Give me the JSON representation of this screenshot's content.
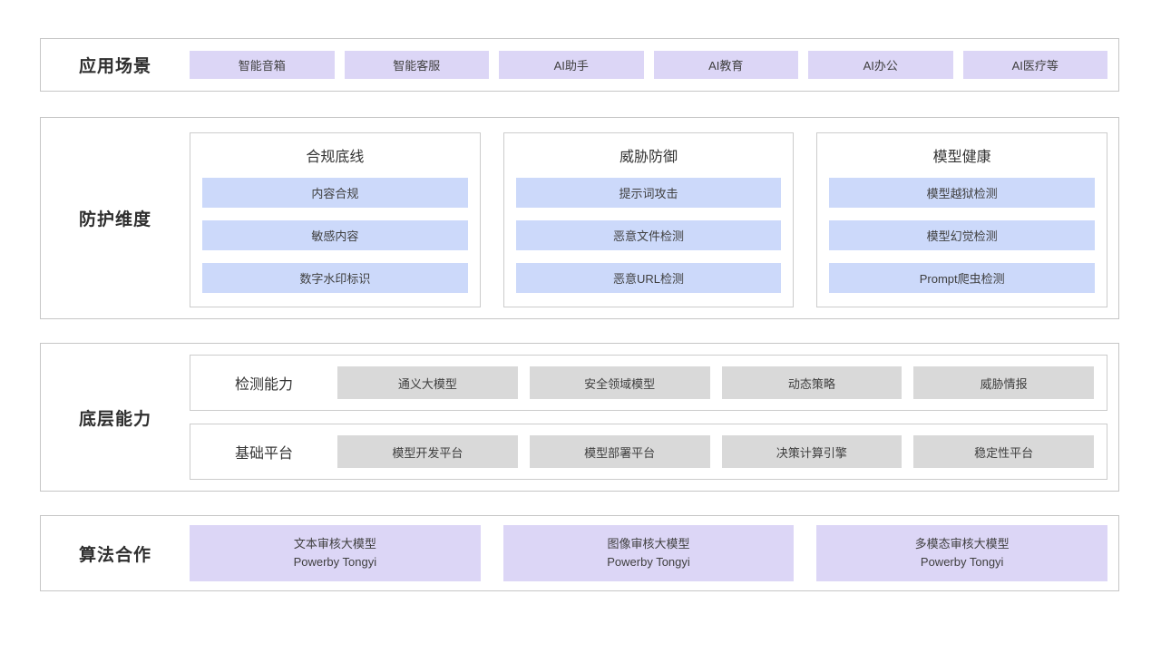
{
  "colors": {
    "purple_chip": "#dcd6f6",
    "blue_chip": "#ccd9fa",
    "gray_chip": "#d9d9d9",
    "border": "#c6c6c6",
    "text": "#333333"
  },
  "sections": {
    "scenarios": {
      "label": "应用场景",
      "chips": [
        "智能音箱",
        "智能客服",
        "AI助手",
        "AI教育",
        "AI办公",
        "AI医疗等"
      ]
    },
    "protection": {
      "label": "防护维度",
      "groups": [
        {
          "title": "合规底线",
          "items": [
            "内容合规",
            "敏感内容",
            "数字水印标识"
          ]
        },
        {
          "title": "威胁防御",
          "items": [
            "提示词攻击",
            "恶意文件检测",
            "恶意URL检测"
          ]
        },
        {
          "title": "模型健康",
          "items": [
            "模型越狱检测",
            "模型幻觉检测",
            "Prompt爬虫检测"
          ]
        }
      ]
    },
    "foundation": {
      "label": "底层能力",
      "rows": [
        {
          "title": "检测能力",
          "items": [
            "通义大模型",
            "安全领域模型",
            "动态策略",
            "威胁情报"
          ]
        },
        {
          "title": "基础平台",
          "items": [
            "模型开发平台",
            "模型部署平台",
            "决策计算引擎",
            "稳定性平台"
          ]
        }
      ]
    },
    "algorithm": {
      "label": "算法合作",
      "cards": [
        {
          "line1": "文本审核大模型",
          "line2": "Powerby Tongyi"
        },
        {
          "line1": "图像审核大模型",
          "line2": "Powerby Tongyi"
        },
        {
          "line1": "多模态审核大模型",
          "line2": "Powerby Tongyi"
        }
      ]
    }
  }
}
